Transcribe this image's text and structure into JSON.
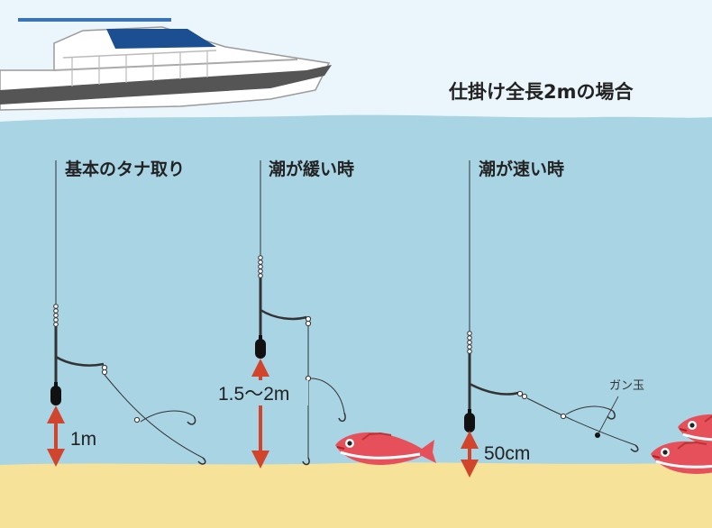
{
  "title": "仕掛け全長2mの場合",
  "panels": [
    {
      "label": "基本のタナ取り",
      "measure": "1m"
    },
    {
      "label": "潮が緩い時",
      "measure": "1.5〜2m"
    },
    {
      "label": "潮が速い時",
      "measure": "50cm"
    }
  ],
  "annotation": "ガン玉",
  "colors": {
    "sky": "#eaf6fb",
    "water": "#a8d4e4",
    "seabed": "#f7e29a",
    "arrow": "#d0452c",
    "line": "#333333",
    "fish": "#e6505a"
  },
  "icons": [
    "boat-icon",
    "sinker-icon",
    "hook-icon",
    "swivel-icon",
    "red-snapper-icon",
    "split-shot-icon"
  ]
}
